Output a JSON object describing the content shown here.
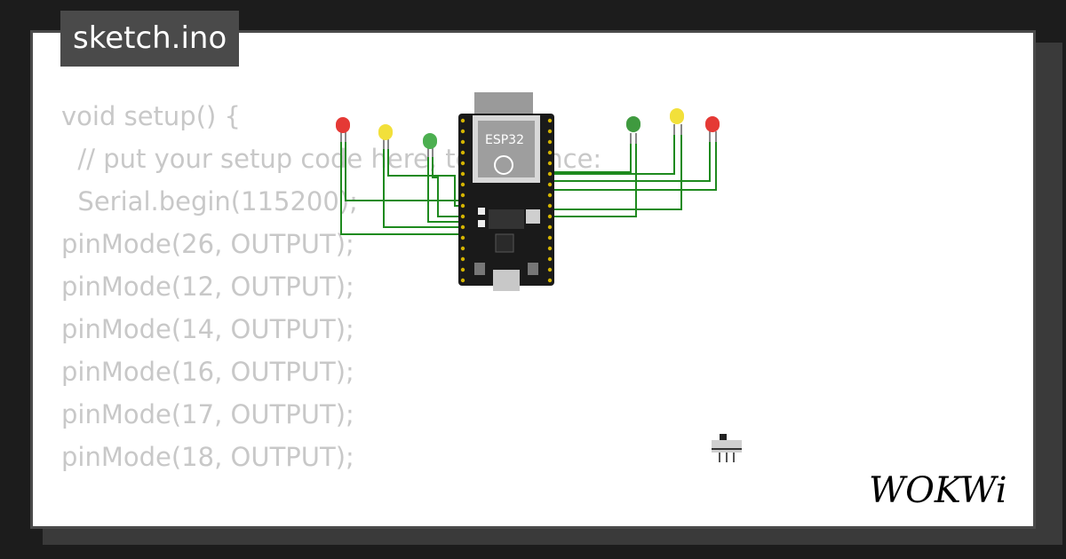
{
  "tab": {
    "filename": "sketch.ino"
  },
  "code_lines": [
    "void setup() {",
    "  // put your setup code here, to run once:",
    "  Serial.begin(115200);",
    "pinMode(26, OUTPUT);",
    "pinMode(12, OUTPUT);",
    "pinMode(14, OUTPUT);",
    "pinMode(16, OUTPUT);",
    "pinMode(17, OUTPUT);",
    "pinMode(18, OUTPUT);",
    "",
    "}"
  ],
  "board": {
    "label": "ESP32"
  },
  "leds": [
    {
      "color": "red"
    },
    {
      "color": "yellow"
    },
    {
      "color": "green"
    },
    {
      "color": "green"
    },
    {
      "color": "yellow"
    },
    {
      "color": "red"
    }
  ],
  "colors": {
    "wire": "#1e8a1e",
    "board": "#1a1a1a",
    "module": "#d8d8d8",
    "led_red": "#e53935",
    "led_yellow": "#f2e03a",
    "led_green": "#4caf50",
    "code_text": "#c8c8c8",
    "tab_bg": "#4a4a4a"
  },
  "logo": {
    "text": "WOKWi"
  },
  "icons": [
    "esp32-board",
    "led",
    "slide-switch",
    "wokwi-logo"
  ]
}
